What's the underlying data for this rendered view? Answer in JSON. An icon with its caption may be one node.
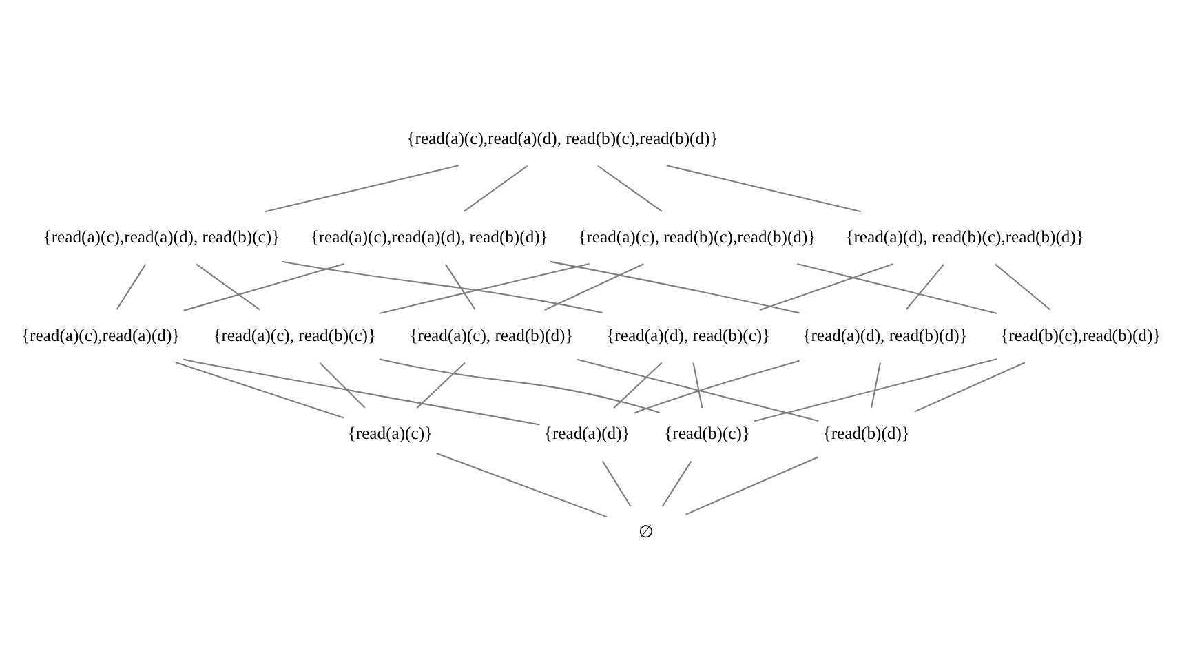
{
  "diagram": {
    "nodes": [
      {
        "text": [
          "{read(a)(c),read(a)(d), read(b)(c),read(b)(d)}"
        ]
      },
      {
        "text": [
          "{read(a)(c),read(a)(d), read(b)(c)}"
        ]
      },
      {
        "text": [
          "{read(a)(c),read(a)(d), read(b)(d)}"
        ]
      },
      {
        "text": [
          "{read(a)(c), read(b)(c),read(b)(d)}"
        ]
      },
      {
        "text": [
          "{read(a)(c),read(a)(d)}"
        ]
      },
      {
        "text": [
          "{read(a)(d), read(b)(c),read(b)(d)}"
        ]
      },
      {
        "text": [
          "{read(a)(c), read(b)(c)}"
        ]
      },
      {
        "text": [
          "{read(a)(c), read(b)(d)}"
        ]
      },
      {
        "text": [
          "{read(a)(d), read(b)(c)}"
        ]
      },
      {
        "text": [
          "{read(a)(d), read(b)(d)}"
        ]
      },
      {
        "text": [
          "{read(a)(c)}"
        ]
      },
      {
        "text": [
          "{read(b)(c),read(b)(d)}"
        ]
      },
      {
        "text": [
          "{read(a)(d)}"
        ]
      },
      {
        "text": [
          "{read(b)(c)}"
        ]
      },
      {
        "text": [
          "{read(b)(d)}"
        ]
      },
      {
        "text": [
          "∅"
        ]
      }
    ],
    "edges": [
      {
        "from": 0,
        "to": 1,
        "arrow": "none"
      },
      {
        "from": 0,
        "to": 2,
        "arrow": "none"
      },
      {
        "from": 0,
        "to": 3,
        "arrow": "none"
      },
      {
        "from": 0,
        "to": 5,
        "arrow": "none"
      },
      {
        "from": 1,
        "to": 4,
        "arrow": "none"
      },
      {
        "from": 1,
        "to": 6,
        "arrow": "none"
      },
      {
        "from": 1,
        "to": 8,
        "arrow": "none"
      },
      {
        "from": 2,
        "to": 4,
        "arrow": "none"
      },
      {
        "from": 2,
        "to": 7,
        "arrow": "none"
      },
      {
        "from": 2,
        "to": 9,
        "arrow": "none"
      },
      {
        "from": 3,
        "to": 6,
        "arrow": "none"
      },
      {
        "from": 3,
        "to": 7,
        "arrow": "none"
      },
      {
        "from": 3,
        "to": 11,
        "arrow": "none"
      },
      {
        "from": 5,
        "to": 8,
        "arrow": "none"
      },
      {
        "from": 5,
        "to": 9,
        "arrow": "none"
      },
      {
        "from": 5,
        "to": 11,
        "arrow": "none"
      },
      {
        "from": 4,
        "to": 10,
        "arrow": "none"
      },
      {
        "from": 4,
        "to": 12,
        "arrow": "none"
      },
      {
        "from": 6,
        "to": 10,
        "arrow": "none"
      },
      {
        "from": 6,
        "to": 13,
        "arrow": "none"
      },
      {
        "from": 7,
        "to": 10,
        "arrow": "none"
      },
      {
        "from": 7,
        "to": 14,
        "arrow": "none"
      },
      {
        "from": 8,
        "to": 12,
        "arrow": "none"
      },
      {
        "from": 8,
        "to": 13,
        "arrow": "none"
      },
      {
        "from": 9,
        "to": 12,
        "arrow": "none"
      },
      {
        "from": 9,
        "to": 14,
        "arrow": "none"
      },
      {
        "from": 11,
        "to": 13,
        "arrow": "none"
      },
      {
        "from": 11,
        "to": 14,
        "arrow": "none"
      },
      {
        "from": 10,
        "to": 15,
        "arrow": "none"
      },
      {
        "from": 12,
        "to": 15,
        "arrow": "none"
      },
      {
        "from": 13,
        "to": 15,
        "arrow": "none"
      },
      {
        "from": 14,
        "to": 15,
        "arrow": "none"
      }
    ]
  }
}
